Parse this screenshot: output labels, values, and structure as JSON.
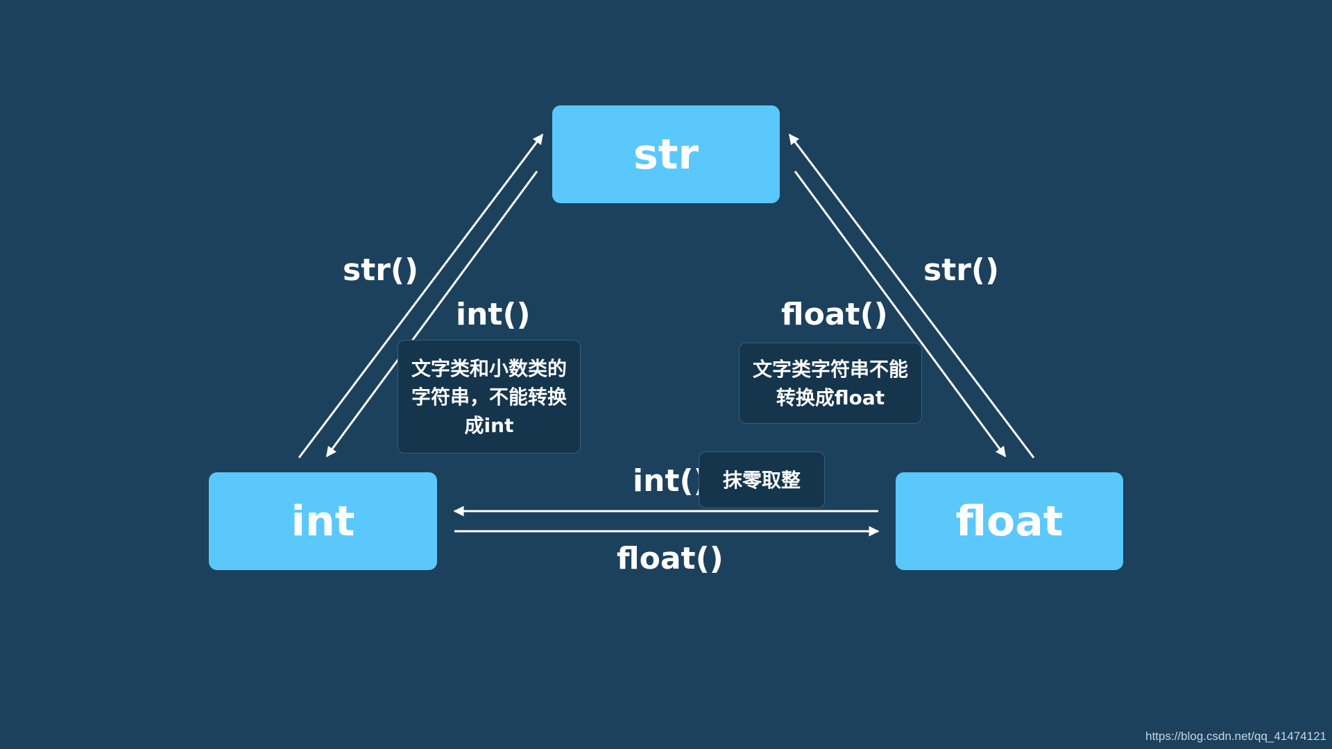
{
  "nodes": {
    "str": "str",
    "int": "int",
    "float": "float"
  },
  "edges": {
    "int_to_str": "str()",
    "str_to_int": "int()",
    "str_to_float": "float()",
    "float_to_str": "str()",
    "float_to_int": "int()",
    "int_to_float": "float()"
  },
  "notes": {
    "str_to_int": "文字类和小数类的字符串，不能转换成int",
    "str_to_float": "文字类字符串不能转换成float",
    "float_to_int": "抹零取整"
  },
  "watermark": "https://blog.csdn.net/qq_41474121",
  "colors": {
    "background": "#1c415d",
    "node_fill": "#5bc8fb",
    "note_fill": "#15354d",
    "text": "#ffffff",
    "arrow": "#ffffff"
  }
}
